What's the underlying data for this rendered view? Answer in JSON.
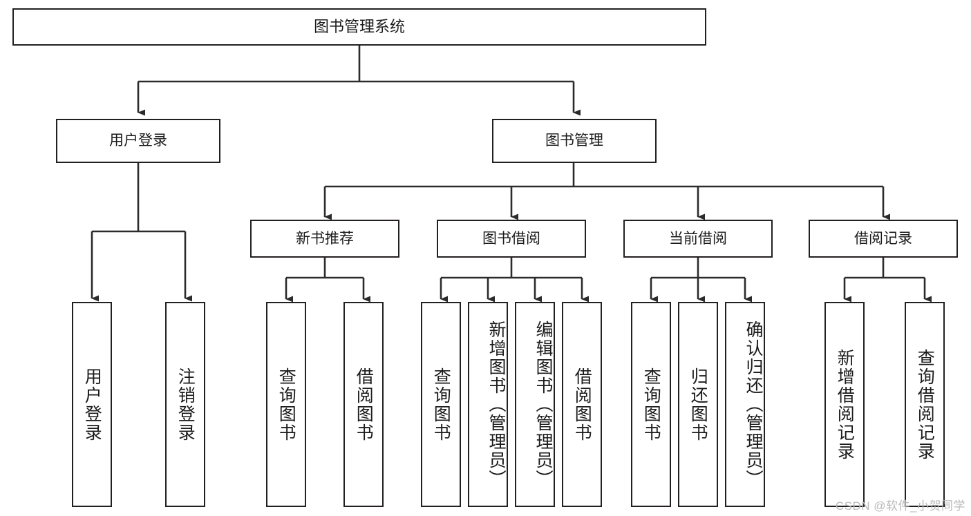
{
  "diagram": {
    "title": "图书管理系统",
    "type": "tree",
    "watermark": "CSDN @软件_小贺同学",
    "colors": {
      "stroke": "#231f20",
      "fill": "#ffffff",
      "text": "#1b1b1b",
      "watermark": "#b9b9b9"
    },
    "nodes": {
      "root": {
        "label": "图书管理系统"
      },
      "level1": [
        {
          "id": "user-login",
          "label": "用户登录"
        },
        {
          "id": "book-management",
          "label": "图书管理"
        }
      ],
      "level2": [
        {
          "id": "new-book-recommend",
          "label": "新书推荐"
        },
        {
          "id": "book-borrow",
          "label": "图书借阅"
        },
        {
          "id": "current-borrow",
          "label": "当前借阅"
        },
        {
          "id": "borrow-record",
          "label": "借阅记录"
        }
      ],
      "leaves": {
        "user-login": [
          {
            "id": "leaf-user-login",
            "label": "用户登录"
          },
          {
            "id": "leaf-logout-login",
            "label": "注销登录"
          }
        ],
        "new-book-recommend": [
          {
            "id": "leaf-query-book-1",
            "label": "查询图书"
          },
          {
            "id": "leaf-borrow-book-1",
            "label": "借阅图书"
          }
        ],
        "book-borrow": [
          {
            "id": "leaf-query-book-2",
            "label": "查询图书"
          },
          {
            "id": "leaf-add-book-admin",
            "label": "新增图书（管理员）"
          },
          {
            "id": "leaf-edit-book-admin",
            "label": "编辑图书（管理员）"
          },
          {
            "id": "leaf-borrow-book-2",
            "label": "借阅图书"
          }
        ],
        "current-borrow": [
          {
            "id": "leaf-query-book-3",
            "label": "查询图书"
          },
          {
            "id": "leaf-return-book",
            "label": "归还图书"
          },
          {
            "id": "leaf-confirm-return-admin",
            "label": "确认归还（管理员）"
          }
        ],
        "borrow-record": [
          {
            "id": "leaf-add-borrow-record",
            "label": "新增借阅记录"
          },
          {
            "id": "leaf-query-borrow-record",
            "label": "查询借阅记录"
          }
        ]
      }
    }
  }
}
